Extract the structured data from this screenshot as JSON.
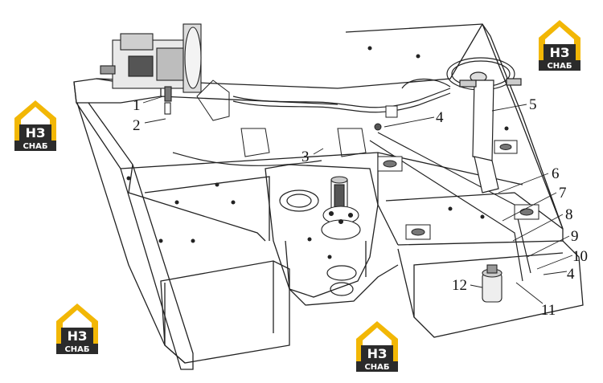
{
  "callouts": [
    {
      "id": "1",
      "label": "1"
    },
    {
      "id": "2",
      "label": "2"
    },
    {
      "id": "3",
      "label": "3"
    },
    {
      "id": "4a",
      "label": "4"
    },
    {
      "id": "5",
      "label": "5"
    },
    {
      "id": "6",
      "label": "6"
    },
    {
      "id": "7",
      "label": "7"
    },
    {
      "id": "8",
      "label": "8"
    },
    {
      "id": "9",
      "label": "9"
    },
    {
      "id": "10",
      "label": "10"
    },
    {
      "id": "4b",
      "label": "4"
    },
    {
      "id": "11",
      "label": "11"
    },
    {
      "id": "12",
      "label": "12"
    }
  ],
  "watermark": {
    "mark": "НЗ",
    "word": "СНАБ",
    "color_yellow": "#f2b705",
    "color_dark": "#2b2b2b"
  }
}
